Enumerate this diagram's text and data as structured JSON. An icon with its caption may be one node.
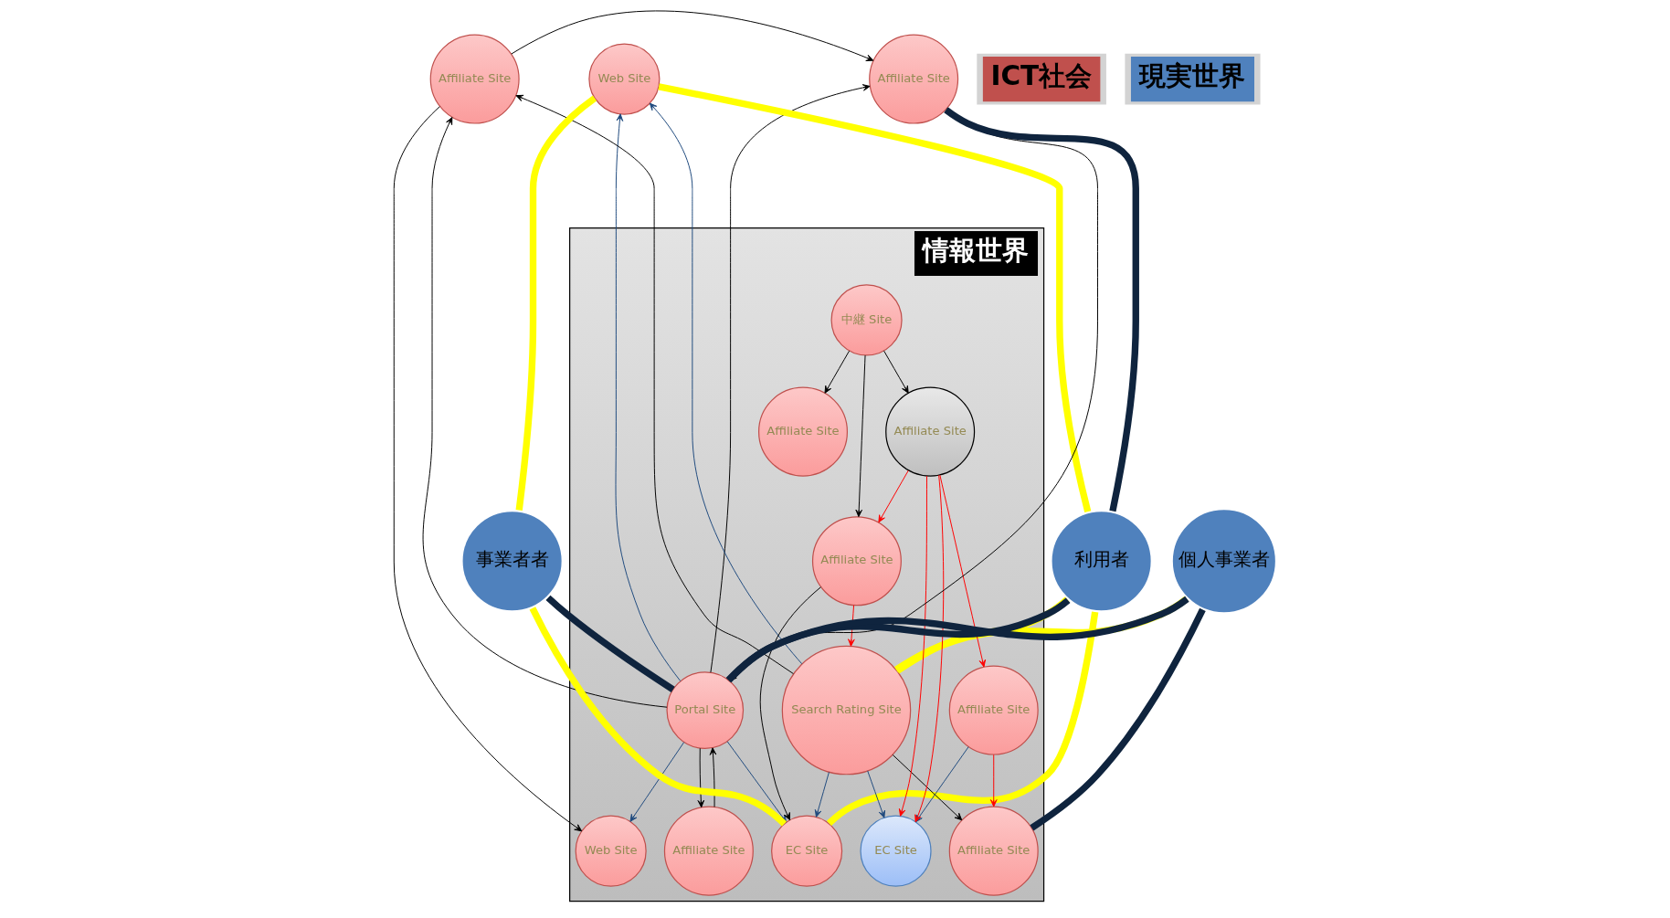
{
  "diagram": {
    "nodes": [
      {
        "text": [
          "情報世界"
        ]
      },
      {
        "text": [
          "Web Site"
        ]
      },
      {
        "text": [
          "Web Site"
        ],
        "in": 0
      },
      {
        "text": [
          "EC Site"
        ],
        "in": 0
      },
      {
        "text": [
          "EC Site"
        ],
        "in": 0
      },
      {
        "text": [
          "Portal Site"
        ],
        "in": 0
      },
      {
        "text": [
          "Search Rating Site"
        ],
        "in": 0
      },
      {
        "text": [
          "中継 Site"
        ],
        "in": 0
      },
      {
        "text": [
          "Affiliate Site"
        ]
      },
      {
        "text": [
          "Affiliate Site"
        ]
      },
      {
        "text": [
          "Affiliate Site"
        ],
        "in": 0
      },
      {
        "text": [
          "Affiliate Site"
        ],
        "in": 0
      },
      {
        "text": [
          "Affiliate Site"
        ],
        "in": 0
      },
      {
        "text": [
          "Affiliate Site"
        ],
        "in": 0
      },
      {
        "text": [
          "Affiliate Site"
        ],
        "in": 0
      },
      {
        "text": [
          "Affiliate Site"
        ],
        "in": 0
      },
      {
        "text": [
          "事業者者"
        ]
      },
      {
        "text": [
          "利用者"
        ]
      },
      {
        "text": [
          "個人事業者"
        ]
      }
    ],
    "edges": [
      {
        "from": 5,
        "to": 2,
        "arrow": "to",
        "color": "#1f497d"
      },
      {
        "from": 6,
        "to": 1,
        "arrow": "to",
        "color": "#1f497d"
      },
      {
        "from": 5,
        "to": 1,
        "arrow": "to",
        "color": "#1f497d"
      },
      {
        "from": 6,
        "to": 3,
        "arrow": "to",
        "color": "#1f497d"
      },
      {
        "from": 5,
        "to": 3,
        "arrow": "to",
        "color": "#1f497d"
      },
      {
        "from": 6,
        "to": 4,
        "arrow": "to",
        "color": "#1f497d"
      },
      {
        "from": 13,
        "to": 4,
        "arrow": "to",
        "color": "#1f497d"
      },
      {
        "from": 5,
        "to": 8,
        "arrow": "to"
      },
      {
        "from": 9,
        "to": 8,
        "arrow": "to"
      },
      {
        "from": 5,
        "to": 9,
        "arrow": "to"
      },
      {
        "from": 8,
        "to": 5,
        "arrow": "to"
      },
      {
        "from": 5,
        "to": 10,
        "arrow": "to"
      },
      {
        "from": 10,
        "to": 5,
        "arrow": "to"
      },
      {
        "from": 9,
        "to": 2,
        "arrow": "to"
      },
      {
        "from": 6,
        "to": 9,
        "arrow": "to"
      },
      {
        "from": 6,
        "to": 11,
        "arrow": "to"
      },
      {
        "from": 7,
        "to": 12,
        "arrow": "to"
      },
      {
        "from": 7,
        "to": 14,
        "arrow": "to"
      },
      {
        "from": 7,
        "to": 15,
        "arrow": "to"
      },
      {
        "from": 14,
        "to": 3,
        "arrow": "to"
      },
      {
        "from": 15,
        "to": 4,
        "arrow": "to",
        "color": "#ff0000"
      },
      {
        "from": 15,
        "to": 4,
        "arrow": "to",
        "color": "#ff0000"
      },
      {
        "from": 14,
        "to": 6,
        "arrow": "to",
        "color": "#ff0000"
      },
      {
        "from": 13,
        "to": 11,
        "arrow": "to",
        "color": "#ff0000"
      },
      {
        "from": 15,
        "to": 13,
        "arrow": "to",
        "color": "#ff0000"
      },
      {
        "from": 15,
        "to": 14,
        "arrow": "to",
        "color": "#ff0000"
      },
      {
        "from": 16,
        "to": 5,
        "arrow": "none",
        "style": "thick",
        "color": "#0f243e"
      },
      {
        "from": 17,
        "to": 5,
        "arrow": "none",
        "style": "thick",
        "color": "#0f243e"
      },
      {
        "from": 17,
        "to": 8,
        "arrow": "none",
        "style": "thick",
        "color": "#0f243e"
      },
      {
        "from": 18,
        "to": 5,
        "arrow": "none",
        "style": "thick",
        "color": "#0f243e"
      },
      {
        "from": 18,
        "to": 11,
        "arrow": "none",
        "style": "thick",
        "color": "#0f243e"
      },
      {
        "from": 16,
        "to": 3,
        "arrow": "none",
        "style": "thick",
        "color": "#ffff00"
      },
      {
        "from": 16,
        "to": 1,
        "arrow": "none",
        "style": "thick",
        "color": "#ffff00"
      },
      {
        "from": 1,
        "to": 17,
        "arrow": "none",
        "style": "thick",
        "color": "#ffff00"
      },
      {
        "from": 3,
        "to": 17,
        "arrow": "none",
        "style": "thick",
        "color": "#ffff00"
      },
      {
        "from": 6,
        "to": 17,
        "arrow": "none",
        "style": "thick",
        "color": "#ffff00"
      },
      {
        "from": 6,
        "to": 18,
        "arrow": "none",
        "style": "thick",
        "color": "#ffff00"
      }
    ],
    "labels": [
      "ICT社会",
      "現実世界"
    ]
  }
}
